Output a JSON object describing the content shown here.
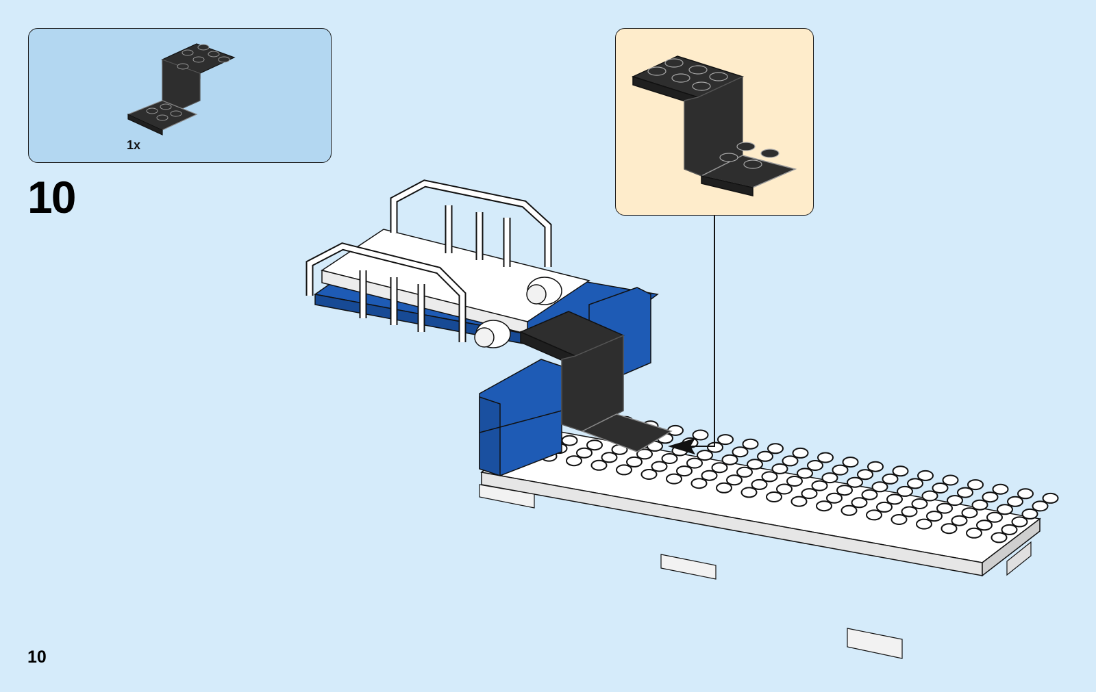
{
  "parts_list": {
    "items": [
      {
        "part": "dark-grey-bracket-icon",
        "quantity": "1x"
      }
    ]
  },
  "step": {
    "number": "10"
  },
  "callout": {
    "part": "dark-grey-bracket-icon"
  },
  "model": {
    "colors": {
      "white": "#ffffff",
      "blue": "#1e5bb5",
      "dark_grey": "#2e2e2e",
      "outline": "#111111"
    }
  },
  "page": {
    "number": "10"
  }
}
